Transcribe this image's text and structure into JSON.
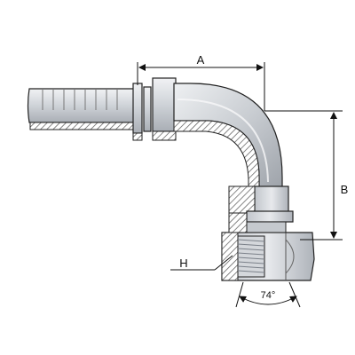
{
  "labels": {
    "dim_a": "A",
    "dim_b": "B",
    "dim_h": "H",
    "angle": "74°"
  },
  "colors": {
    "metal_light": "#dcdfe3",
    "metal_mid": "#b9bec5",
    "metal_dark": "#8d939b",
    "hatch": "#555555",
    "outline": "#222222",
    "thread": "#9aa0a8"
  }
}
